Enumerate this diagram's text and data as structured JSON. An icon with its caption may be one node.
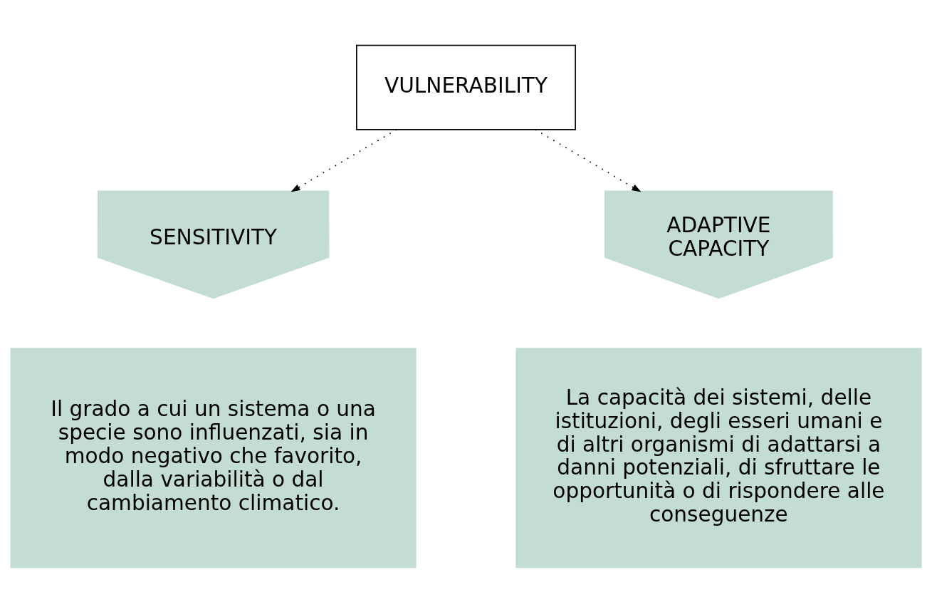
{
  "diagram": {
    "nodes": [
      {
        "text": [
          "VULNERABILITY"
        ]
      },
      {
        "text": [
          "SENSITIVITY"
        ]
      },
      {
        "text": [
          "ADAPTIVE CAPACITY"
        ]
      },
      {
        "text": [
          "Il grado a cui un sistema o una specie sono influenzati, sia in modo negativo che favorito, dalla variabilità o dal cambiamento climatico."
        ]
      },
      {
        "text": [
          "La capacità dei sistemi, delle istituzioni, degli esseri umani e di altri organismi di adattarsi a danni potenziali, di sfruttare le opportunità o di rispondere alle conseguenze"
        ]
      }
    ],
    "edges": [
      {
        "from": 0,
        "to": 1,
        "arrow": "to",
        "style": "dashed"
      },
      {
        "from": 0,
        "to": 2,
        "arrow": "to",
        "style": "dashed"
      }
    ]
  }
}
